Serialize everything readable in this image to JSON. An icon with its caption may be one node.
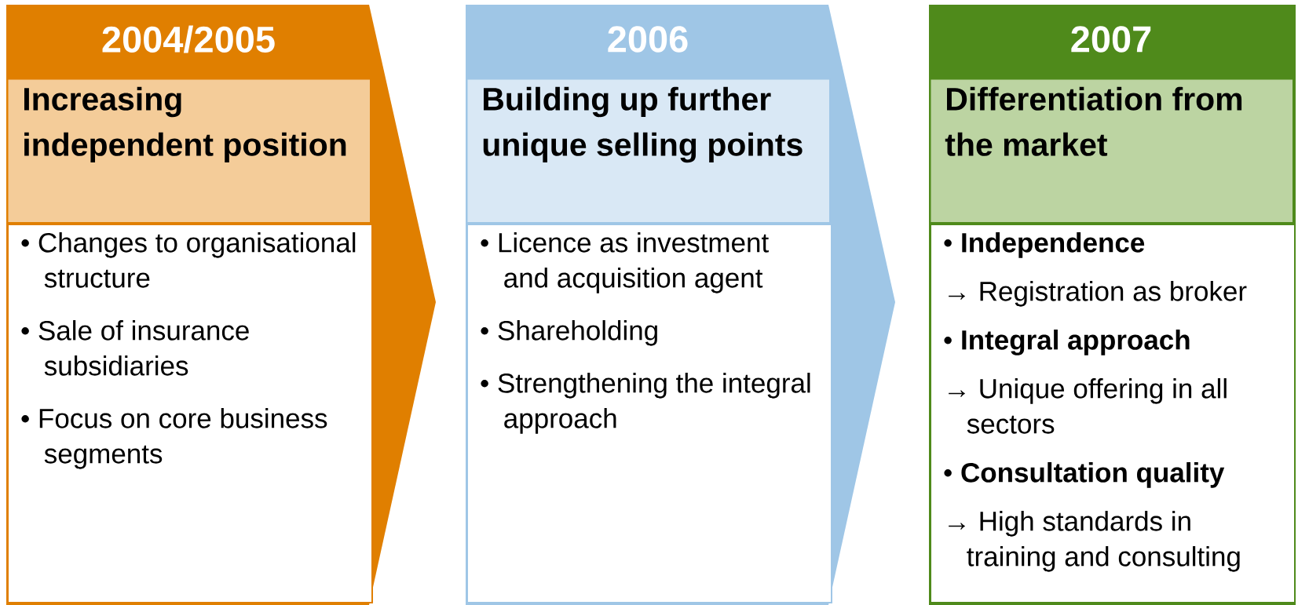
{
  "diagram": {
    "nodes": [
      {
        "text": [
          "2004/2005"
        ]
      },
      {
        "text": [
          "Increasing independent position"
        ],
        "in": 0
      },
      {
        "text": [
          "• Changes to organisational structure",
          "• Sale of insurance subsidiaries",
          "• Focus on core business segments"
        ],
        "in": 0
      },
      {
        "text": [
          "2006"
        ]
      },
      {
        "text": [
          "Building up further unique selling points"
        ],
        "in": 3
      },
      {
        "text": [
          "• Licence as investment and acquisition agent",
          "• Shareholding",
          "• Strengthening the integral approach"
        ],
        "in": 3
      },
      {
        "text": [
          "2007"
        ]
      },
      {
        "text": [
          "Differentiation from the market"
        ],
        "in": 6
      },
      {
        "text": [
          "• **Independence**",
          "→ Registration as broker",
          "• **Integral approach**",
          "→ Unique offering in all sectors",
          "• **Consultation quality**",
          "→ High standards in training and consulting"
        ],
        "in": 6
      }
    ]
  }
}
